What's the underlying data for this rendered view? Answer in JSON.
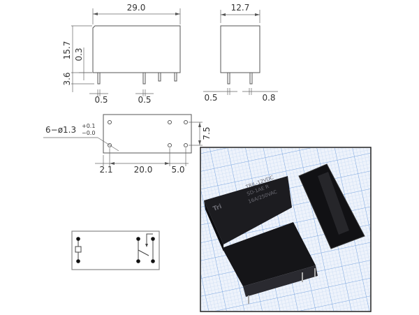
{
  "side_view": {
    "width": "29.0",
    "height": "15.7",
    "gap": "0.3",
    "pin_length": "3.6",
    "pin_width_1": "0.5",
    "pin_width_2": "0.5"
  },
  "end_view": {
    "width": "12.7",
    "pin_width": "0.5",
    "pin_thickness": "0.8"
  },
  "bottom_view": {
    "hole_spec": "6−ø1.3",
    "tol_plus": "+0.1",
    "tol_minus": "−0.0",
    "row_spacing": "7.5",
    "offset": "2.1",
    "span": "20.0",
    "pitch": "5.0"
  },
  "photo": {
    "marking_line1": "TRIL-12VDC",
    "marking_line2": "SD-1AE   R",
    "marking_line3": "16A/250VAC",
    "logo": "Tri"
  },
  "colors": {
    "line": "#555555",
    "grid": "#7fa8e0",
    "relay": "#1a1a1e"
  }
}
